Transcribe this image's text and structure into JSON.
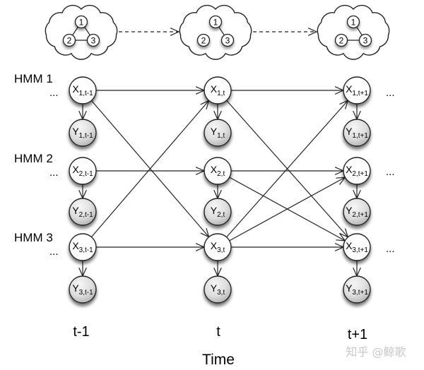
{
  "title": "Coupled Hidden Markov Models over time",
  "rows": [
    {
      "label": "HMM 1",
      "ellipsis": "..."
    },
    {
      "label": "HMM 2",
      "ellipsis": "..."
    },
    {
      "label": "HMM 3",
      "ellipsis": "..."
    }
  ],
  "time_steps": [
    {
      "label": "t-1",
      "sub": "t-1"
    },
    {
      "label": "t",
      "sub": "t"
    },
    {
      "label": "t+1",
      "sub": "t+1"
    }
  ],
  "trailing_ellipsis": "...",
  "axis_label": "Time",
  "hidden_prefix": "X",
  "observed_prefix": "Y",
  "transitions": [
    {
      "from_step": 0,
      "to_step": 1,
      "edges": [
        [
          1,
          1
        ],
        [
          1,
          3
        ],
        [
          2,
          2
        ],
        [
          3,
          3
        ],
        [
          3,
          1
        ]
      ]
    },
    {
      "from_step": 1,
      "to_step": 2,
      "edges": [
        [
          1,
          1
        ],
        [
          1,
          3
        ],
        [
          2,
          2
        ],
        [
          2,
          3
        ],
        [
          3,
          1
        ],
        [
          3,
          2
        ],
        [
          3,
          3
        ]
      ]
    }
  ],
  "clouds": [
    {
      "nodes": [
        "1",
        "2",
        "3"
      ],
      "edges": [
        [
          "1",
          "2"
        ],
        [
          "1",
          "3"
        ],
        [
          "2",
          "3"
        ]
      ]
    },
    {
      "nodes": [
        "1",
        "2",
        "3"
      ],
      "edges": [
        [
          "1",
          "3"
        ]
      ]
    },
    {
      "nodes": [
        "1",
        "2",
        "3"
      ],
      "edges": [
        [
          "1",
          "3"
        ],
        [
          "2",
          "3"
        ]
      ]
    }
  ],
  "watermark": "知乎 @鲸歌",
  "colors": {
    "stroke": "#222222",
    "hidden_fill": "#ffffff",
    "observed_fill_light": "#f4f4f4",
    "observed_fill_dark": "#b8b8b8",
    "watermark": "#c8c8c8"
  }
}
